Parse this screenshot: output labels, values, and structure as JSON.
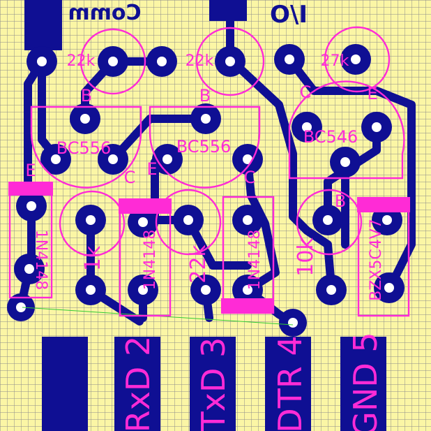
{
  "colors": {
    "board": "#fbf6a5",
    "grid": "#8c8c8c",
    "copper": "#0f0f93",
    "silkscreen": "#ff2bd6",
    "airwire": "#33cc33",
    "drill": "#ffffff"
  },
  "top_labels": {
    "comm": "Comm",
    "io": "I/O"
  },
  "resistors": {
    "r1": "22k",
    "r2": "22k",
    "r3": "27k",
    "r4": "1k",
    "r5": "22k",
    "r6": "10k"
  },
  "transistors": {
    "q1": {
      "part": "BC556",
      "b": "B",
      "c": "C",
      "e": "E"
    },
    "q2": {
      "part": "BC556",
      "b": "B",
      "c": "C",
      "e": "E"
    },
    "q3": {
      "part": "BC546",
      "b": "B",
      "c": "C",
      "e": "E"
    }
  },
  "diodes": {
    "d1": "1N4148",
    "d2": "1N4148",
    "d3": "1N4148",
    "z1": "BZX5C4V7"
  },
  "connector_pins": [
    {
      "label": "RxD 2"
    },
    {
      "label": "TxD 3"
    },
    {
      "label": "DTR 4"
    },
    {
      "label": "GND 5"
    }
  ]
}
